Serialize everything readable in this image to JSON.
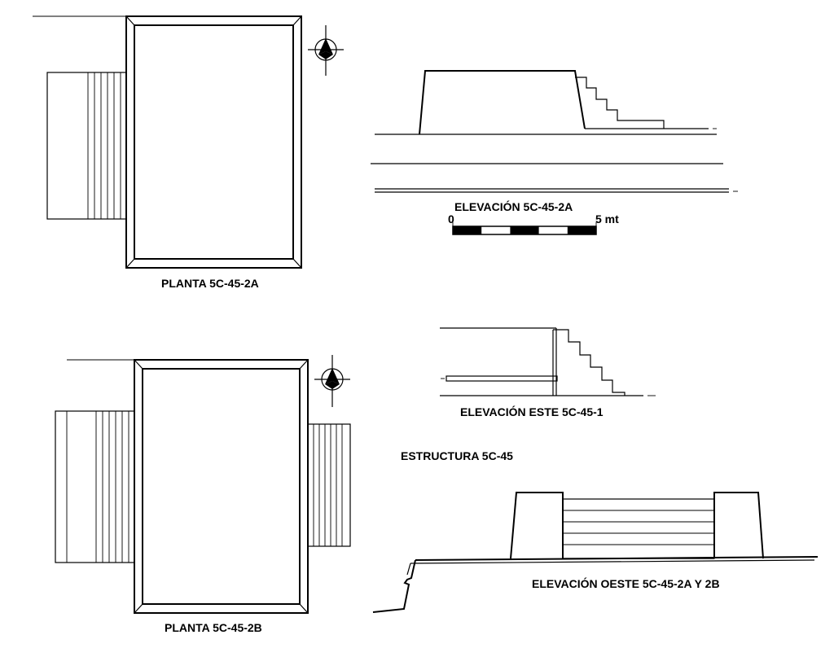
{
  "labels": {
    "plan_a": "PLANTA 5C-45-2A",
    "plan_b": "PLANTA 5C-45-2B",
    "elev_a": "ELEVACIÓN 5C-45-2A",
    "elev_east": "ELEVACIÓN ESTE 5C-45-1",
    "structure": "ESTRUCTURA 5C-45",
    "elev_west": "ELEVACIÓN OESTE 5C-45-2A Y 2B"
  },
  "scale_bar": {
    "start_label": "0",
    "end_label": "5 mt",
    "segments": 5
  },
  "colors": {
    "ink": "#000000",
    "paper": "#ffffff"
  },
  "icons": [
    "north-arrow-icon"
  ]
}
